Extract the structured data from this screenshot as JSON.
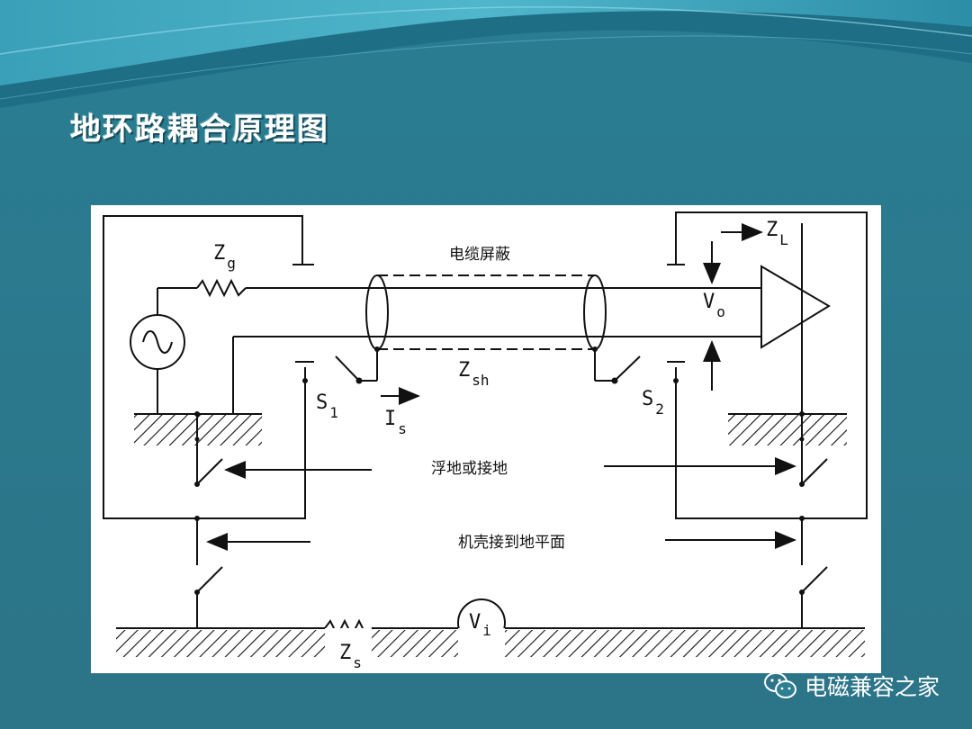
{
  "slide": {
    "title": "地环路耦合原理图",
    "colors": {
      "background": "#2e7f92",
      "wave_light": "#4fb6cc",
      "wave_dark": "#1d6a80",
      "title_text": "#ffffff"
    }
  },
  "diagram": {
    "cable_shield_label": "电缆屏蔽",
    "floating_or_grounded_label": "浮地或接地",
    "chassis_to_ground_plane_label": "机壳接到地平面",
    "zg_main": "Z",
    "zg_sub": "g",
    "zl_main": "Z",
    "zl_sub": "L",
    "vo_main": "V",
    "vo_sub": "o",
    "zsh_main": "Z",
    "zsh_sub": "sh",
    "s1_main": "S",
    "s1_sub": "1",
    "s2_main": "S",
    "s2_sub": "2",
    "is_main": "I",
    "is_sub": "s",
    "zs_main": "Z",
    "zs_sub": "s",
    "vi_main": "V",
    "vi_sub": "i"
  },
  "watermark": {
    "text": "电磁兼容之家",
    "icon": "wechat-icon"
  }
}
